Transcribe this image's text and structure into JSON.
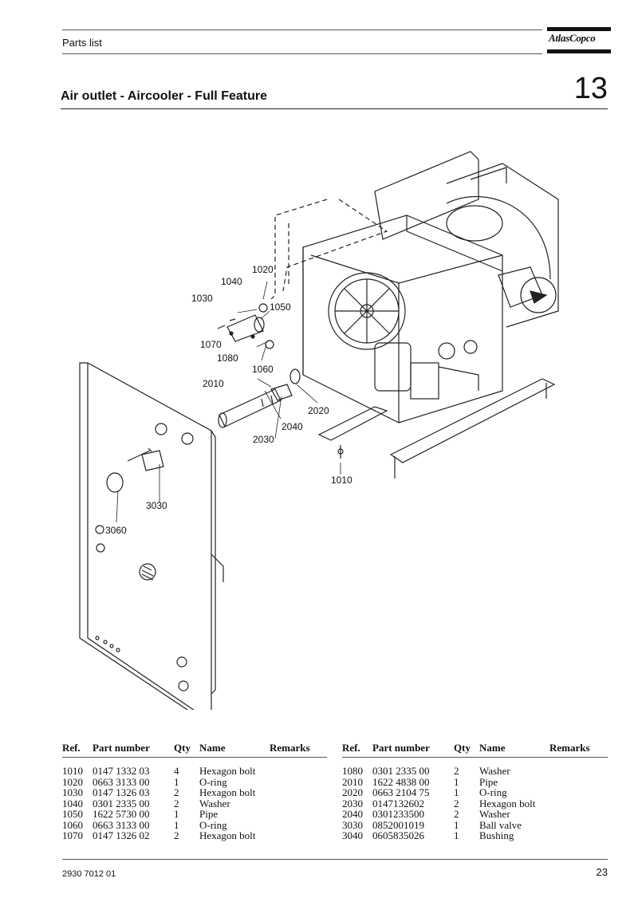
{
  "header": {
    "label": "Parts list",
    "logo_text": "AtlasCopco"
  },
  "section": {
    "title": "Air outlet - Aircooler - Full Feature",
    "number": "13"
  },
  "drawing": {
    "callouts": [
      "1010",
      "1020",
      "1030",
      "1040",
      "1050",
      "1060",
      "1070",
      "1080",
      "2010",
      "2020",
      "2030",
      "2040",
      "3030",
      "3060"
    ]
  },
  "parts_table": {
    "headers": {
      "ref": "Ref.",
      "part_number": "Part number",
      "qty": "Qty",
      "name": "Name",
      "remarks": "Remarks"
    },
    "left": [
      {
        "ref": "1010",
        "part_number": "0147 1332 03",
        "qty": "4",
        "name": "Hexagon bolt"
      },
      {
        "ref": "1020",
        "part_number": "0663 3133 00",
        "qty": "1",
        "name": "O-ring"
      },
      {
        "ref": "1030",
        "part_number": "0147 1326 03",
        "qty": "2",
        "name": "Hexagon bolt"
      },
      {
        "ref": "1040",
        "part_number": "0301 2335 00",
        "qty": "2",
        "name": "Washer"
      },
      {
        "ref": "1050",
        "part_number": "1622 5730 00",
        "qty": "1",
        "name": "Pipe"
      },
      {
        "ref": "1060",
        "part_number": "0663 3133 00",
        "qty": "1",
        "name": "O-ring"
      },
      {
        "ref": "1070",
        "part_number": "0147 1326 02",
        "qty": "2",
        "name": "Hexagon bolt"
      }
    ],
    "right": [
      {
        "ref": "1080",
        "part_number": "0301 2335 00",
        "qty": "2",
        "name": "Washer"
      },
      {
        "ref": "2010",
        "part_number": "1622 4838 00",
        "qty": "1",
        "name": "Pipe"
      },
      {
        "ref": "2020",
        "part_number": "0663 2104 75",
        "qty": "1",
        "name": "O-ring"
      },
      {
        "ref": "2030",
        "part_number": "0147132602",
        "qty": "2",
        "name": "Hexagon bolt"
      },
      {
        "ref": "2040",
        "part_number": "0301233500",
        "qty": "2",
        "name": "Washer"
      },
      {
        "ref": "3030",
        "part_number": "0852001019",
        "qty": "1",
        "name": "Ball valve"
      },
      {
        "ref": "3040",
        "part_number": "0605835026",
        "qty": "1",
        "name": "Bushing"
      }
    ]
  },
  "footer": {
    "doc_number": "2930 7012 01",
    "page_number": "23"
  }
}
